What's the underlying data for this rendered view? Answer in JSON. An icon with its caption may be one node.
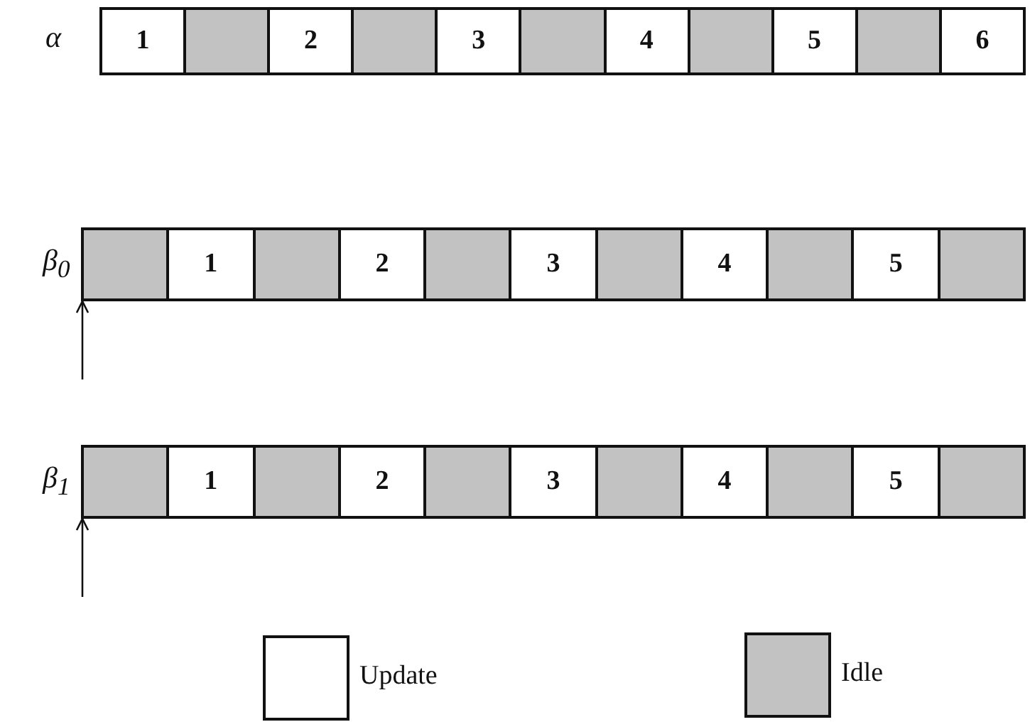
{
  "diagram": {
    "nodes": [
      {
        "text": [
          "1"
        ]
      },
      {
        "text": [],
        "shape": "box"
      },
      {
        "text": [
          "2"
        ]
      },
      {
        "text": [],
        "shape": "box"
      },
      {
        "text": [
          "3"
        ]
      },
      {
        "text": [],
        "shape": "box"
      },
      {
        "text": [
          "4"
        ]
      },
      {
        "text": [],
        "shape": "box"
      },
      {
        "text": [
          "5"
        ]
      },
      {
        "text": [],
        "shape": "box"
      },
      {
        "text": [
          "6"
        ]
      },
      {
        "text": [],
        "shape": "box"
      },
      {
        "text": [
          "1"
        ]
      },
      {
        "text": [],
        "shape": "box"
      },
      {
        "text": [
          "2"
        ]
      },
      {
        "text": [],
        "shape": "box"
      },
      {
        "text": [
          "3"
        ]
      },
      {
        "text": [],
        "shape": "box"
      },
      {
        "text": [
          "4"
        ]
      },
      {
        "text": [],
        "shape": "box"
      },
      {
        "text": [
          "5"
        ]
      },
      {
        "text": [],
        "shape": "box"
      },
      {
        "text": [],
        "shape": "box"
      },
      {
        "text": [
          "1"
        ]
      },
      {
        "text": [],
        "shape": "box"
      },
      {
        "text": [
          "2"
        ]
      },
      {
        "text": [],
        "shape": "box"
      },
      {
        "text": [
          "3"
        ]
      },
      {
        "text": [],
        "shape": "box"
      },
      {
        "text": [
          "4"
        ]
      },
      {
        "text": [],
        "shape": "box"
      },
      {
        "text": [
          "5"
        ]
      },
      {
        "text": [],
        "shape": "box"
      }
    ],
    "edges": [
      {
        "from": null,
        "to": 11,
        "arrow": "to"
      },
      {
        "from": null,
        "to": 22,
        "arrow": "to"
      }
    ],
    "labels": [
      "α",
      "β$_{0}$",
      "β$_{1}$"
    ],
    "legend": [
      {
        "text": "Update",
        "color": "#ffffff"
      },
      {
        "text": "Idle",
        "color": "#c2c2c2"
      }
    ]
  }
}
